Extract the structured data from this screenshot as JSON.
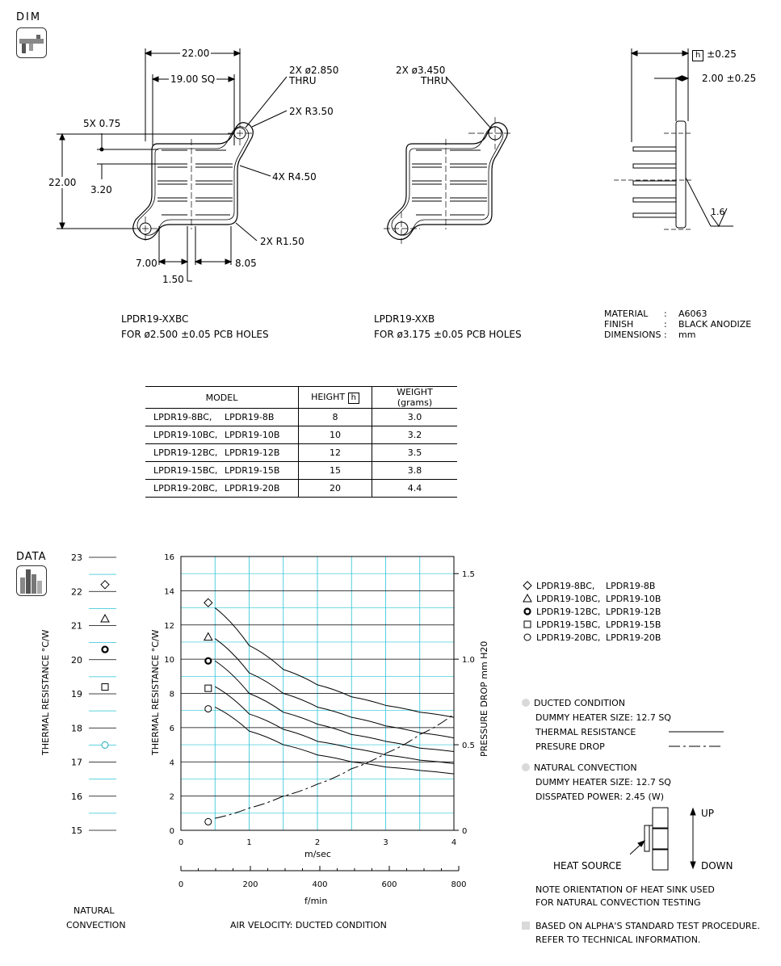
{
  "dim_section": {
    "label": "DIM"
  },
  "data_section": {
    "label": "DATA"
  },
  "drawing_left": {
    "dim_22_top": "22.00",
    "dim_19_sq": "19.00 SQ",
    "dim_hole": "2X ø2.850",
    "dim_hole_thru": "THRU",
    "dim_r350": "2X R3.50",
    "dim_5x075": "5X 0.75",
    "dim_22_left": "22.00",
    "dim_320": "3.20",
    "dim_r450": "4X R4.50",
    "dim_r150": "2X R1.50",
    "dim_700": "7.00",
    "dim_805": "8.05",
    "dim_150": "1.50",
    "model": "LPDR19-XXBC",
    "note": "FOR ø2.500 ±0.05 PCB HOLES"
  },
  "drawing_mid": {
    "dim_hole": "2X ø3.450",
    "dim_hole_thru": "THRU",
    "model": "LPDR19-XXB",
    "note": "FOR ø3.175 ±0.05 PCB HOLES"
  },
  "drawing_side": {
    "dim_h_box": "h",
    "dim_h_tol": "±0.25",
    "dim_200": "2.00 ±0.25",
    "roughness": "1.6"
  },
  "material_spec": {
    "rows": [
      {
        "key": "MATERIAL",
        "sep": ":",
        "value": "A6063"
      },
      {
        "key": "FINISH",
        "sep": ":",
        "value": "BLACK ANODIZE"
      },
      {
        "key": "DIMENSIONS",
        "sep": ":",
        "value": "mm"
      }
    ]
  },
  "spec_table": {
    "headers": {
      "model": "MODEL",
      "height": "HEIGHT",
      "height_box": "h",
      "weight": "WEIGHT  (grams)"
    },
    "rows": [
      {
        "model_a": "LPDR19-8BC,",
        "model_b": "LPDR19-8B",
        "height": "8",
        "weight": "3.0"
      },
      {
        "model_a": "LPDR19-10BC,",
        "model_b": "LPDR19-10B",
        "height": "10",
        "weight": "3.2"
      },
      {
        "model_a": "LPDR19-12BC,",
        "model_b": "LPDR19-12B",
        "height": "12",
        "weight": "3.5"
      },
      {
        "model_a": "LPDR19-15BC,",
        "model_b": "LPDR19-15B",
        "height": "15",
        "weight": "3.8"
      },
      {
        "model_a": "LPDR19-20BC,",
        "model_b": "LPDR19-20B",
        "height": "20",
        "weight": "4.4"
      }
    ]
  },
  "natural_panel": {
    "ylabel": "THERMAL  RESISTANCE   °C/W",
    "yticks": [
      "23",
      "22",
      "21",
      "20",
      "19",
      "18",
      "17",
      "16",
      "15"
    ],
    "caption_line1": "NATURAL",
    "caption_line2": "CONVECTION"
  },
  "legend": {
    "items": [
      {
        "marker": "diamond",
        "a": "LPDR19-8BC,",
        "b": "LPDR19-8B"
      },
      {
        "marker": "triangle",
        "a": "LPDR19-10BC,",
        "b": "LPDR19-10B"
      },
      {
        "marker": "bold-circle",
        "a": "LPDR19-12BC,",
        "b": "LPDR19-12B"
      },
      {
        "marker": "square",
        "a": "LPDR19-15BC,",
        "b": "LPDR19-15B"
      },
      {
        "marker": "circle",
        "a": "LPDR19-20BC,",
        "b": "LPDR19-20B"
      }
    ]
  },
  "notes": {
    "ducted_title": "DUCTED CONDITION",
    "ducted_heater": "DUMMY HEATER SIZE: 12.7 SQ",
    "ducted_tr": "THERMAL RESISTANCE",
    "ducted_pd": "PRESURE DROP",
    "natural_title": "NATURAL CONVECTION",
    "natural_heater": "DUMMY HEATER SIZE: 12.7 SQ",
    "natural_power": "DISSPATED POWER:  2.45 (W)",
    "up": "UP",
    "down": "DOWN",
    "heat_source": "HEAT SOURCE",
    "orient1": "NOTE ORIENTATION OF HEAT SINK USED",
    "orient2": "FOR NATURAL CONVECTION TESTING",
    "based1": "BASED ON ALPHA'S STANDARD TEST PROCEDURE.",
    "based2": "REFER TO TECHNICAL INFORMATION."
  },
  "colors": {
    "grid": "#29c4d6",
    "marker_natural": "#1aa9b8",
    "line": "#000000",
    "bullet": "#d9d9d9"
  },
  "chart_data": [
    {
      "type": "scatter",
      "title": "",
      "xlabel": "",
      "ylabel": "THERMAL  RESISTANCE   °C/W",
      "caption": "NATURAL CONVECTION",
      "ylim": [
        15,
        23
      ],
      "yticks": [
        15,
        16,
        17,
        18,
        19,
        20,
        21,
        22,
        23
      ],
      "grid": true,
      "series": [
        {
          "name": "LPDR19-8BC,   LPDR19-8B",
          "marker": "diamond",
          "y": 22.2
        },
        {
          "name": "LPDR19-10BC,   LPDR19-10B",
          "marker": "triangle",
          "y": 21.2
        },
        {
          "name": "LPDR19-12BC,   LPDR19-12B",
          "marker": "bold-circle",
          "y": 20.3
        },
        {
          "name": "LPDR19-15BC,   LPDR19-15B",
          "marker": "square",
          "y": 19.2
        },
        {
          "name": "LPDR19-20BC,   LPDR19-20B",
          "marker": "circle",
          "y": 17.5
        }
      ]
    },
    {
      "type": "line",
      "title": "",
      "xlabel": "m/sec",
      "xlabel2": "f/min",
      "ylabel": "THERMAL  RESISTANCE   °C/W",
      "ylabel_right": "PRESSURE  DROP    mm H20",
      "caption": "AIR VELOCITY:  DUCTED CONDITION",
      "xlim": [
        0,
        4
      ],
      "ylim": [
        0,
        16
      ],
      "ylim_right": [
        0,
        1.6
      ],
      "xticks": [
        "0",
        "1",
        "2",
        "3",
        "4"
      ],
      "x2ticks": [
        "0",
        "200",
        "400",
        "600",
        "800"
      ],
      "yticks": [
        "0",
        "2",
        "4",
        "6",
        "8",
        "10",
        "12",
        "14",
        "16"
      ],
      "yticks_right": [
        "0",
        "0.5",
        "1.0",
        "1.5"
      ],
      "grid": true,
      "x": [
        0.5,
        1.0,
        1.5,
        2.0,
        2.5,
        3.0,
        3.5,
        4.0
      ],
      "series": [
        {
          "name": "LPDR19-8BC,   LPDR19-8B",
          "marker": "diamond",
          "start_point": [
            0.4,
            13.3
          ],
          "values": [
            13.0,
            10.8,
            9.4,
            8.5,
            7.8,
            7.3,
            6.9,
            6.6
          ]
        },
        {
          "name": "LPDR19-10BC,   LPDR19-10B",
          "marker": "triangle",
          "start_point": [
            0.4,
            11.3
          ],
          "values": [
            11.2,
            9.2,
            8.0,
            7.2,
            6.6,
            6.1,
            5.7,
            5.4
          ]
        },
        {
          "name": "LPDR19-12BC,   LPDR19-12B",
          "marker": "bold-circle",
          "start_point": [
            0.4,
            9.9
          ],
          "values": [
            9.9,
            8.0,
            6.9,
            6.2,
            5.6,
            5.2,
            4.8,
            4.6
          ]
        },
        {
          "name": "LPDR19-15BC,   LPDR19-15B",
          "marker": "square",
          "start_point": [
            0.4,
            8.3
          ],
          "values": [
            8.4,
            6.8,
            5.9,
            5.2,
            4.8,
            4.4,
            4.1,
            3.9
          ]
        },
        {
          "name": "LPDR19-20BC,   LPDR19-20B",
          "marker": "circle",
          "start_point": [
            0.4,
            7.1
          ],
          "values": [
            7.2,
            5.8,
            5.0,
            4.4,
            4.0,
            3.7,
            3.5,
            3.3
          ]
        },
        {
          "name": "PRESURE DROP",
          "axis": "right",
          "style": "dash-dot",
          "start_point": [
            0.4,
            0.05
          ],
          "values": [
            0.07,
            0.13,
            0.2,
            0.27,
            0.36,
            0.45,
            0.56,
            0.68
          ]
        }
      ]
    }
  ]
}
